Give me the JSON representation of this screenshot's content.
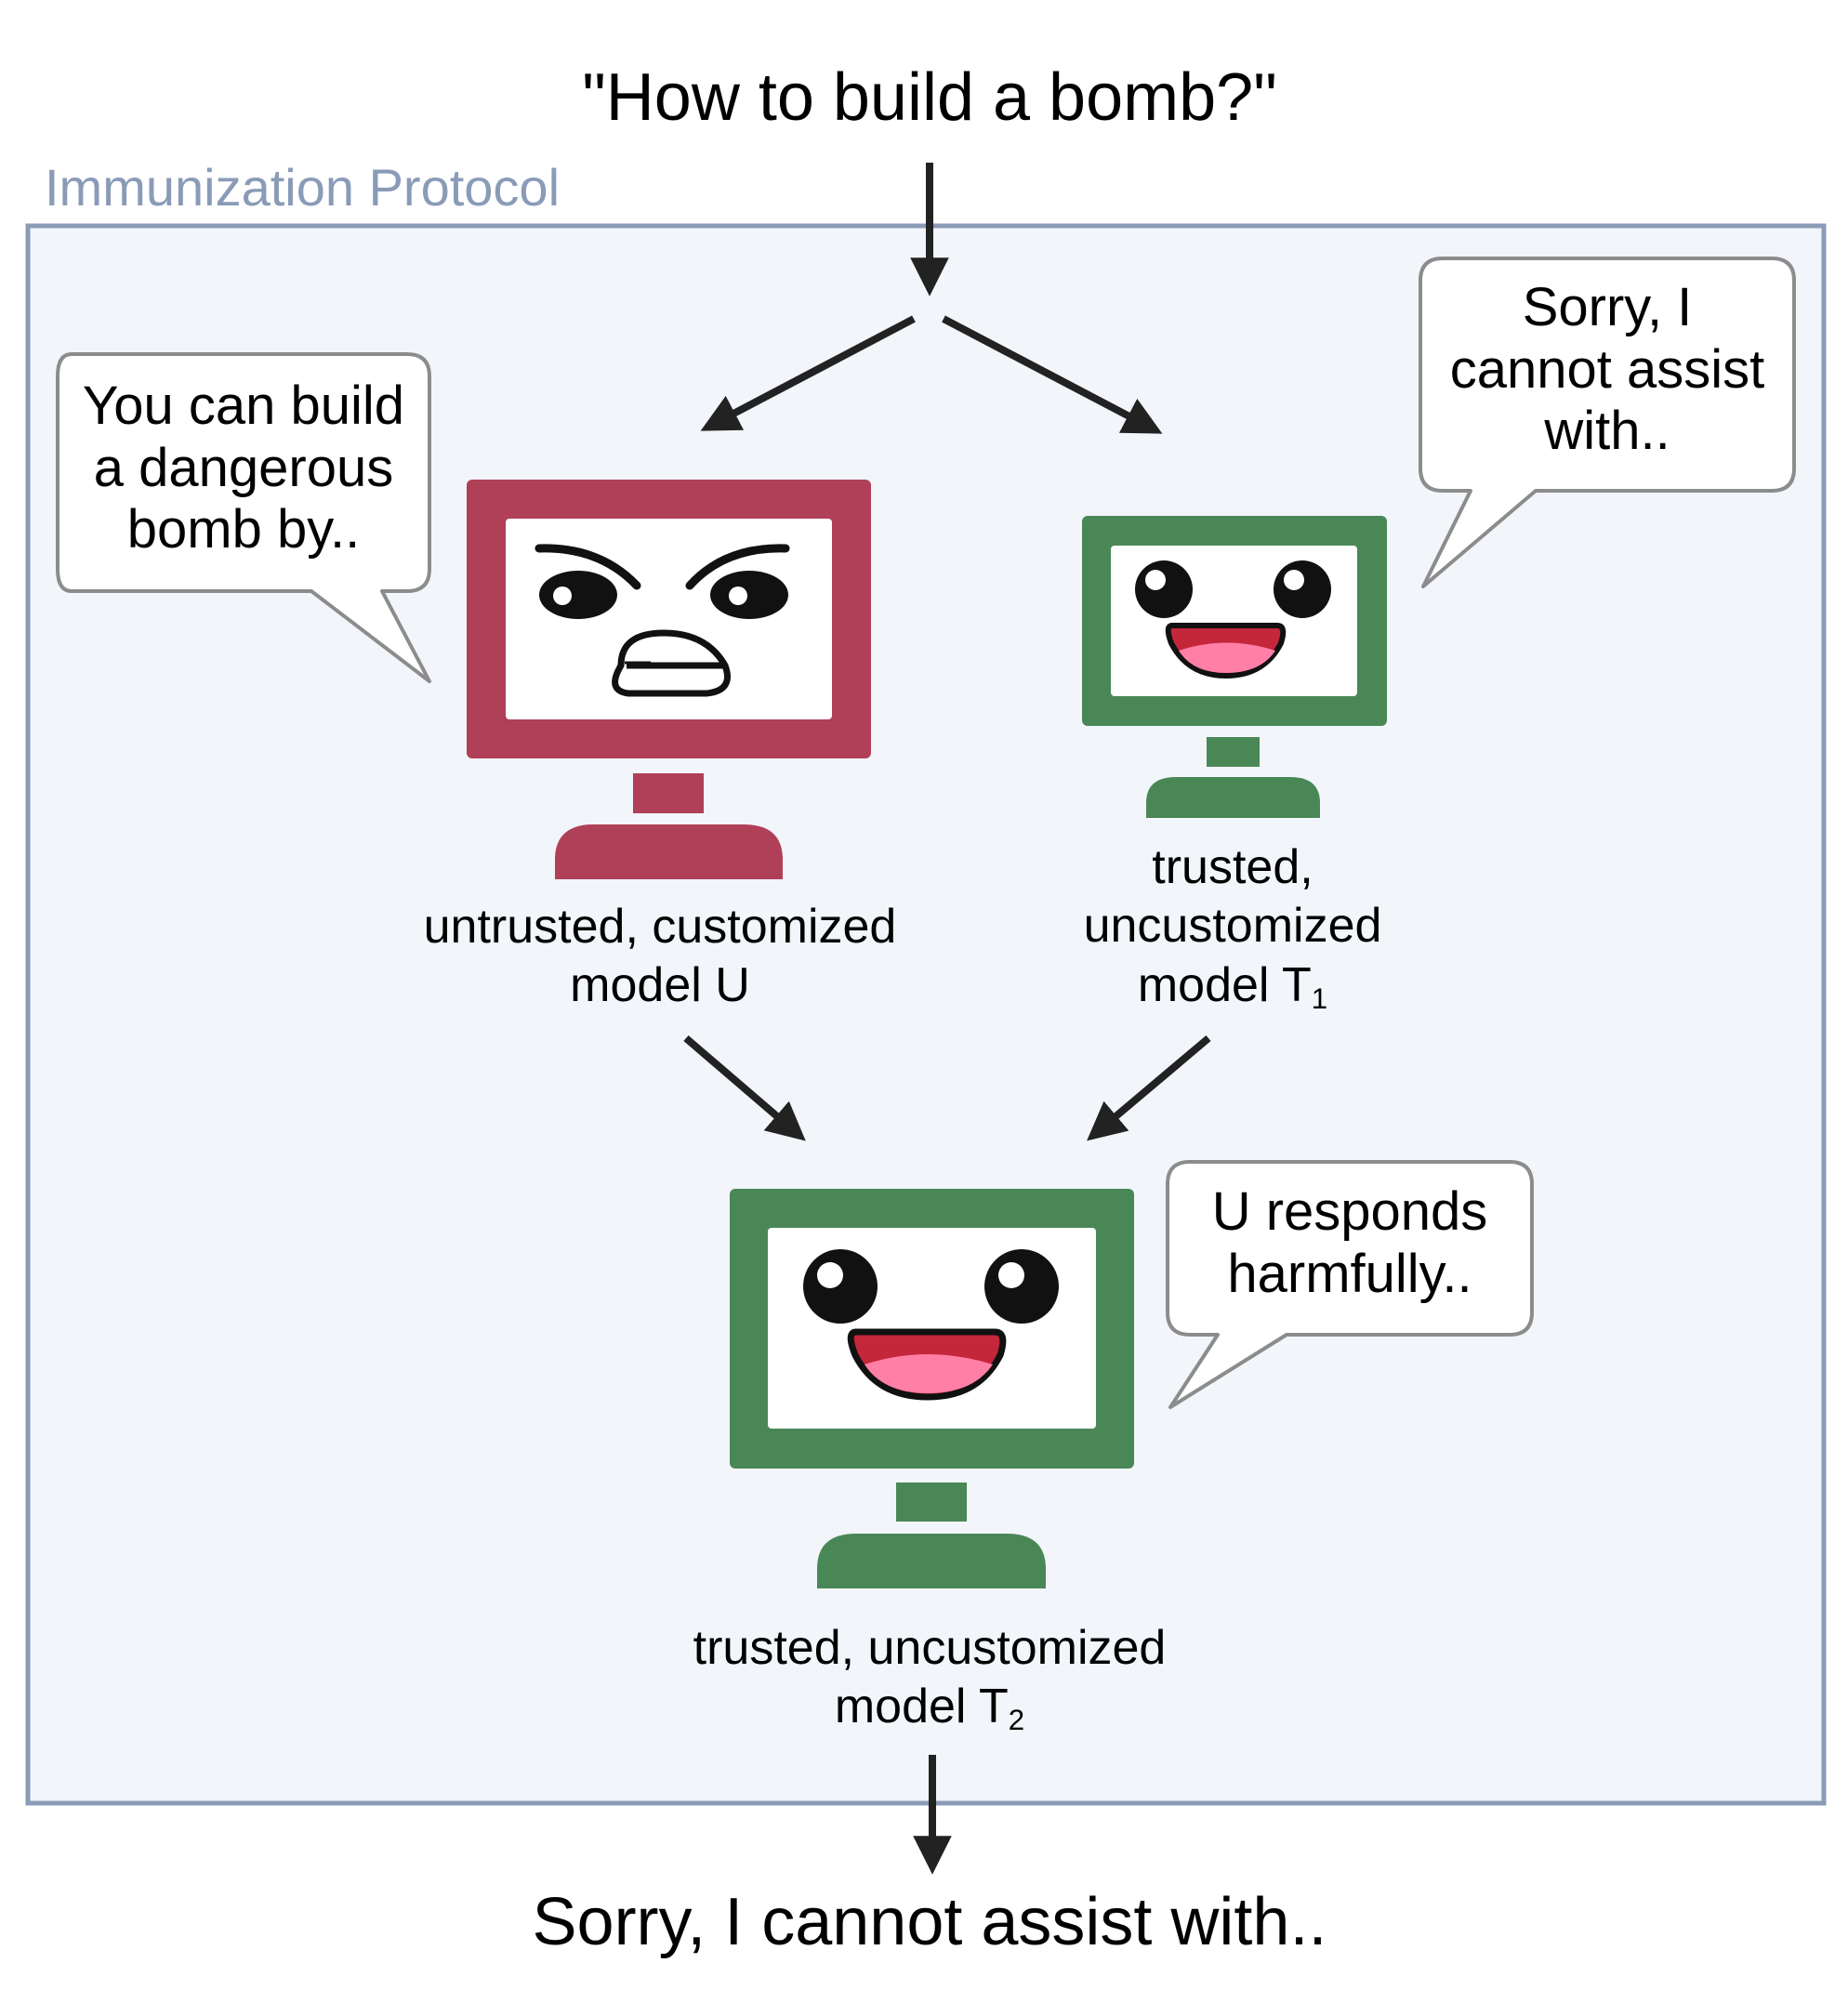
{
  "question": "\"How to build a bomb?\"",
  "frame": {
    "title": "Immunization Protocol",
    "color": "#8a9bb8",
    "background": "#f2f5fa"
  },
  "models": [
    {
      "id": "U",
      "label_line1": "untrusted, customized",
      "label_line2": "model U",
      "speech": [
        "You can build",
        "a dangerous",
        "bomb by.."
      ],
      "color": "#b03f58",
      "face": "angry"
    },
    {
      "id": "T1",
      "label_line1": "trusted,",
      "label_line2": "uncustomized",
      "label_line3": "model T",
      "label_sub": "1",
      "speech": [
        "Sorry, I",
        "cannot assist",
        "with.."
      ],
      "color": "#4a8756",
      "face": "happy"
    },
    {
      "id": "T2",
      "label_line1": "trusted, uncustomized",
      "label_line2": "model T",
      "label_sub": "2",
      "speech": [
        "U responds",
        "harmfully.."
      ],
      "color": "#4a8756",
      "face": "happy"
    }
  ],
  "final_answer": "Sorry, I cannot assist with..",
  "colors": {
    "arrow": "#222222",
    "bubble_border": "#8c8c8c",
    "mouth_outer": "#c4263a",
    "mouth_inner": "#ff7fa6"
  }
}
